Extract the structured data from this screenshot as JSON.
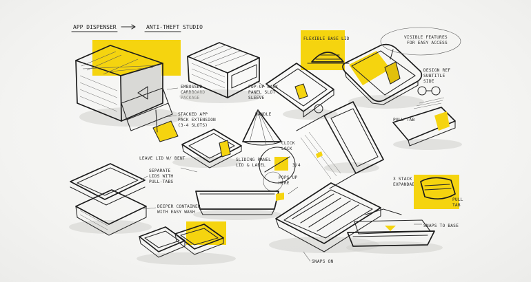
{
  "header": {
    "title": "APP DISPENSER",
    "subtitle": "ANTI-THEFT STUDIO"
  },
  "annotations": {
    "branded_cardboard": [
      "EMBOSSED",
      "CARDBOARD",
      "PACKAGE"
    ],
    "stacked_app": [
      "STACKED APP",
      "PACK EXTENSION",
      "(3-4 SLOTS)"
    ],
    "pop_up_back": [
      "POP-UP BACK",
      "PANEL SLOT",
      "SLEEVE"
    ],
    "handle": "HANDLE",
    "flexible_base": "FLEXIBLE BASE LID",
    "visible_features": [
      "VISIBLE FEATURES",
      "FOR EASY ACCESS"
    ],
    "design_ref": [
      "DESIGN REF",
      "SUBTITLE",
      "SIDE"
    ],
    "pull_tab": "PULL TAB",
    "click_lock": [
      "CLICK",
      "LOCK"
    ],
    "leave_lid": "LEAVE LID W/ BENT",
    "separate_lids": [
      "SEPARATE",
      "LIDS WITH",
      "PULL-TABS"
    ],
    "sliding_panel": [
      "SLIDING PANEL",
      "LID & LABEL"
    ],
    "pops_up_here": [
      "POPS UP",
      "HERE"
    ],
    "three_stack": [
      "3 STACK",
      "EXPANDABLE?"
    ],
    "deeper_container": [
      "DEEPER CONTAINER",
      "WITH EASY WASH"
    ],
    "lid_tab": [
      "PULL",
      "TAB"
    ],
    "snaps_to_base": "SNAPS TO BASE",
    "snaps_on": "SNAPS ON",
    "fraction": "3/4"
  },
  "colors": {
    "accent_yellow": "#f5d40f",
    "ink": "#2a2a2a",
    "paper": "#f4f4f2"
  }
}
